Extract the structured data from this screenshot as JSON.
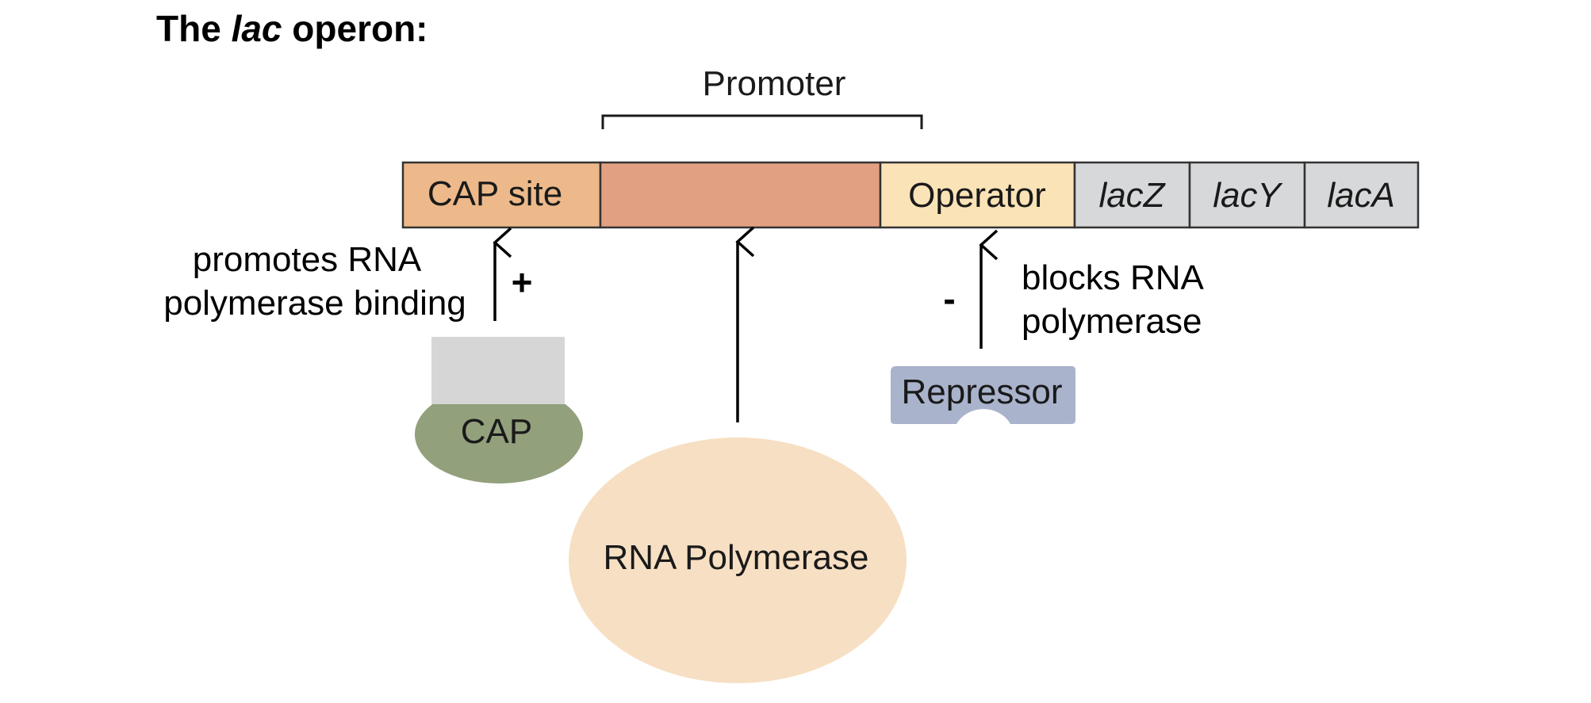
{
  "title": {
    "prefix": "The ",
    "italic": "lac",
    "suffix": " operon:"
  },
  "promoter_label": "Promoter",
  "dna_segments": {
    "cap_site": "CAP site",
    "operator": "Operator",
    "lacZ": "lacZ",
    "lacY": "lacY",
    "lacA": "lacA"
  },
  "cap": {
    "label": "CAP",
    "effect_line1": "promotes RNA",
    "effect_line2": "polymerase binding",
    "sign": "+"
  },
  "rna_polymerase": {
    "label": "RNA Polymerase"
  },
  "repressor": {
    "label": "Repressor",
    "effect_line1": "blocks RNA",
    "effect_line2": "polymerase",
    "sign": "-"
  },
  "colors": {
    "cap_site": "#EDB98A",
    "promoter_core": "#E2A083",
    "operator": "#FAE3B6",
    "genes": "#D7D8DA",
    "cap_body": "#92A07C",
    "cap_top": "#D6D6D6",
    "rna_polymerase": "#F7DFC3",
    "repressor": "#AAB3CC"
  }
}
